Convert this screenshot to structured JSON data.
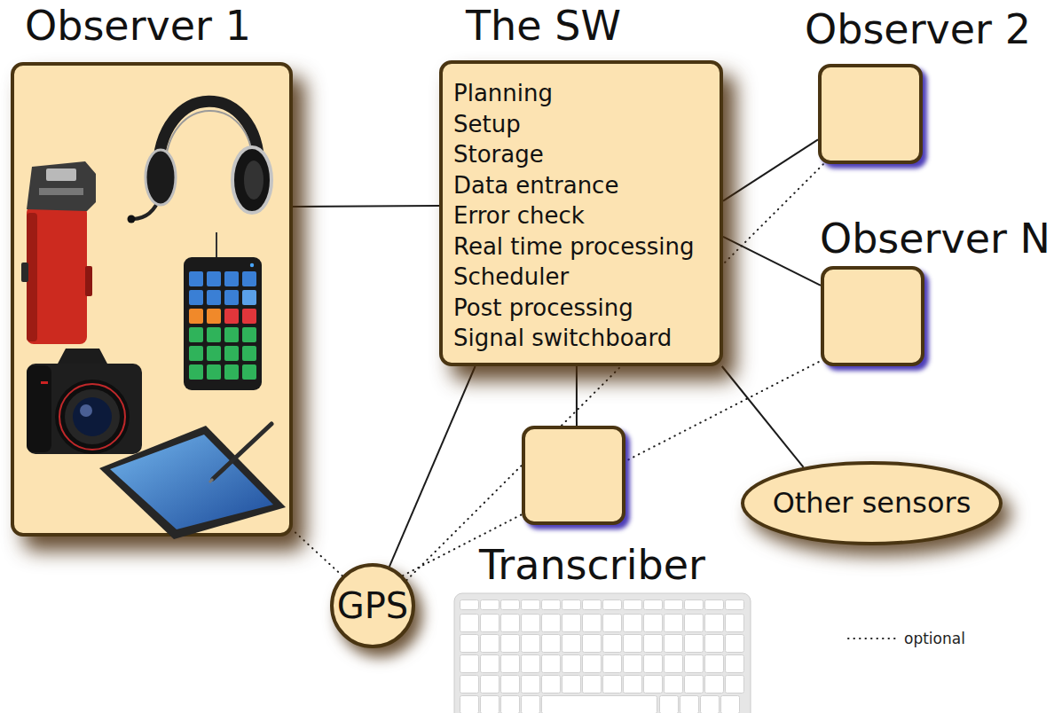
{
  "diagram": {
    "nodes": [
      {
        "text": [
          "Observer 1"
        ]
      },
      {
        "text": [
          "The SW",
          "Planning",
          "Setup",
          "Storage",
          "Data entrance",
          "Error check",
          "Real time processing",
          "Scheduler",
          "Post processing",
          "Signal switchboard"
        ]
      },
      {
        "text": [
          "Observer 2"
        ]
      },
      {
        "text": [
          "Observer N"
        ]
      },
      {
        "text": [
          "Other sensors"
        ]
      },
      {
        "text": [
          "Transcriber"
        ]
      },
      {
        "text": [
          "GPS"
        ]
      }
    ],
    "edges": [
      {
        "from": 0,
        "to": 1,
        "arrow": "none"
      },
      {
        "from": 1,
        "to": 2,
        "arrow": "none"
      },
      {
        "from": 1,
        "to": 3,
        "arrow": "none"
      },
      {
        "from": 1,
        "to": 4,
        "arrow": "none"
      },
      {
        "from": 1,
        "to": 5,
        "arrow": "none"
      },
      {
        "from": 1,
        "to": 6,
        "arrow": "none"
      },
      {
        "from": 6,
        "to": 0,
        "arrow": "none"
      },
      {
        "from": 6,
        "to": 2,
        "arrow": "none"
      },
      {
        "from": 6,
        "to": 3,
        "arrow": "none"
      }
    ],
    "legend": [
      {
        "text": "optional"
      }
    ]
  }
}
